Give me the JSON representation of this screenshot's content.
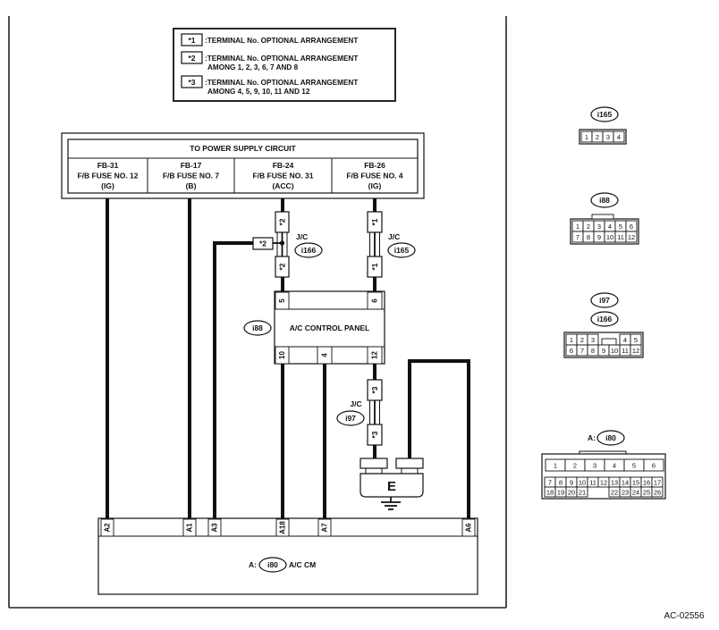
{
  "figure_id": "AC-02556",
  "legend": {
    "items": [
      {
        "marker": "*1",
        "lines": [
          ":TERMINAL No. OPTIONAL ARRANGEMENT"
        ]
      },
      {
        "marker": "*2",
        "lines": [
          ":TERMINAL No. OPTIONAL ARRANGEMENT",
          "AMONG 1, 2, 3, 6, 7 AND 8"
        ]
      },
      {
        "marker": "*3",
        "lines": [
          ":TERMINAL No. OPTIONAL ARRANGEMENT",
          "AMONG 4, 5, 9, 10, 11 AND 12"
        ]
      }
    ]
  },
  "power_supply": {
    "title": "TO POWER SUPPLY CIRCUIT",
    "fuses": [
      {
        "code": "FB-31",
        "fuse": "F/B FUSE NO. 12",
        "circuit": "(IG)"
      },
      {
        "code": "FB-17",
        "fuse": "F/B FUSE NO. 7",
        "circuit": "(B)"
      },
      {
        "code": "FB-24",
        "fuse": "F/B FUSE NO. 31",
        "circuit": "(ACC)"
      },
      {
        "code": "FB-26",
        "fuse": "F/B FUSE NO. 4",
        "circuit": "(IG)"
      }
    ]
  },
  "joint_connectors": [
    {
      "label": "J/C",
      "connector": "i166",
      "marker": "*2"
    },
    {
      "label": "J/C",
      "connector": "i165",
      "marker": "*1"
    },
    {
      "label": "J/C",
      "connector": "i97",
      "marker": "*3"
    }
  ],
  "ac_control_panel": {
    "name": "A/C CONTROL PANEL",
    "connector": "i88",
    "pins_top": [
      "5",
      "6"
    ],
    "pins_bottom": [
      "10",
      "4",
      "12"
    ]
  },
  "ground": {
    "label": "E"
  },
  "ac_cm": {
    "prefix": "A:",
    "connector": "i80",
    "name": "A/C CM",
    "pins": [
      "A2",
      "A1",
      "A3",
      "A18",
      "A7",
      "A6"
    ]
  },
  "connector_views": [
    {
      "connector": "i165",
      "rows": [
        [
          "1",
          "2",
          "3",
          "4"
        ]
      ]
    },
    {
      "connector": "i88",
      "rows": [
        [
          "1",
          "2",
          "3",
          "4",
          "5",
          "6"
        ],
        [
          "7",
          "8",
          "9",
          "10",
          "11",
          "12"
        ]
      ]
    },
    {
      "connectors": [
        "i97",
        "i166"
      ],
      "rows": [
        [
          "1",
          "2",
          "3",
          "4",
          "5"
        ],
        [
          "6",
          "7",
          "8",
          "9",
          "10",
          "11",
          "12"
        ]
      ]
    },
    {
      "prefix": "A:",
      "connector": "i80",
      "rows": [
        [
          "1",
          "2",
          "3",
          "4",
          "5",
          "6"
        ],
        [
          "7",
          "8",
          "9",
          "10",
          "11",
          "12",
          "13",
          "14",
          "15",
          "16",
          "17"
        ],
        [
          "18",
          "19",
          "20",
          "21",
          "22",
          "23",
          "24",
          "25",
          "26"
        ]
      ]
    }
  ]
}
